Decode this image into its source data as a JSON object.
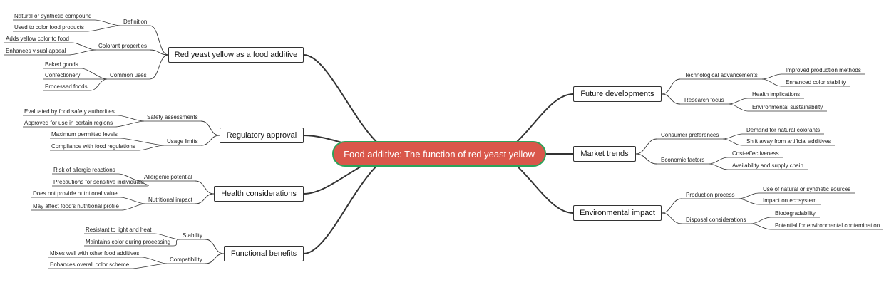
{
  "root": "Food additive: The function of red yeast yellow",
  "left": [
    {
      "label": "Red yeast yellow as a food additive",
      "children": [
        {
          "label": "Definition",
          "leaves": [
            "Natural or synthetic compound",
            "Used to color food products"
          ]
        },
        {
          "label": "Colorant properties",
          "leaves": [
            "Adds yellow color to food",
            "Enhances visual appeal"
          ]
        },
        {
          "label": "Common uses",
          "leaves": [
            "Baked goods",
            "Confectionery",
            "Processed foods"
          ]
        }
      ]
    },
    {
      "label": "Regulatory approval",
      "children": [
        {
          "label": "Safety assessments",
          "leaves": [
            "Evaluated by food safety authorities",
            "Approved for use in certain regions"
          ]
        },
        {
          "label": "Usage limits",
          "leaves": [
            "Maximum permitted levels",
            "Compliance with food regulations"
          ]
        }
      ]
    },
    {
      "label": "Health considerations",
      "children": [
        {
          "label": "Allergenic potential",
          "leaves": [
            "Risk of allergic reactions",
            "Precautions for sensitive individuals"
          ]
        },
        {
          "label": "Nutritional impact",
          "leaves": [
            "Does not provide nutritional value",
            "May affect food's nutritional profile"
          ]
        }
      ]
    },
    {
      "label": "Functional benefits",
      "children": [
        {
          "label": "Stability",
          "leaves": [
            "Resistant to light and heat",
            "Maintains color during processing"
          ]
        },
        {
          "label": "Compatibility",
          "leaves": [
            "Mixes well with other food additives",
            "Enhances overall color scheme"
          ]
        }
      ]
    }
  ],
  "right": [
    {
      "label": "Future developments",
      "children": [
        {
          "label": "Technological advancements",
          "leaves": [
            "Improved production methods",
            "Enhanced color stability"
          ]
        },
        {
          "label": "Research focus",
          "leaves": [
            "Health implications",
            "Environmental sustainability"
          ]
        }
      ]
    },
    {
      "label": "Market trends",
      "children": [
        {
          "label": "Consumer preferences",
          "leaves": [
            "Demand for natural colorants",
            "Shift away from artificial additives"
          ]
        },
        {
          "label": "Economic factors",
          "leaves": [
            "Cost-effectiveness",
            "Availability and supply chain"
          ]
        }
      ]
    },
    {
      "label": "Environmental impact",
      "children": [
        {
          "label": "Production process",
          "leaves": [
            "Use of natural or synthetic sources",
            "Impact on ecosystem"
          ]
        },
        {
          "label": "Disposal considerations",
          "leaves": [
            "Biodegradability",
            "Potential for environmental contamination"
          ]
        }
      ]
    }
  ],
  "colors": {
    "root_fill": "#d9574a",
    "root_border": "#2aa35a",
    "line": "#333333"
  }
}
